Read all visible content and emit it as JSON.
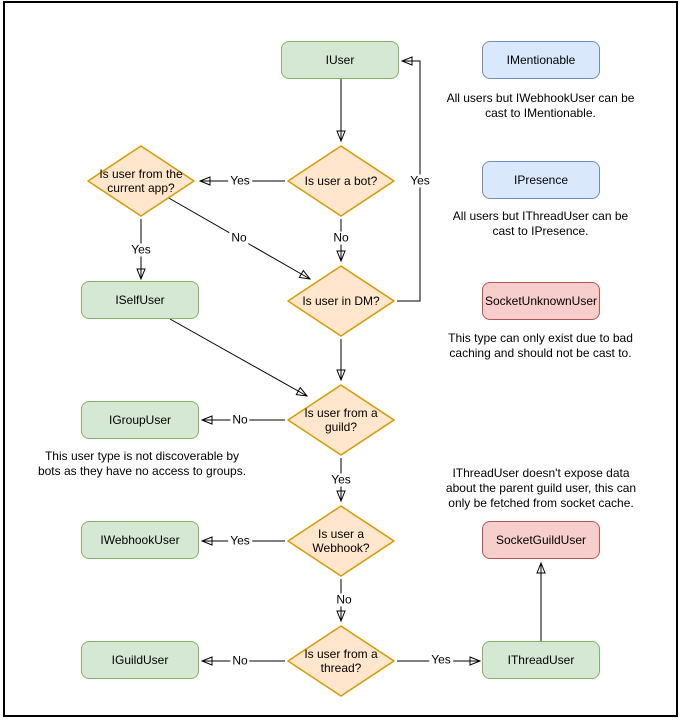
{
  "nodes": {
    "iuser": "IUser",
    "iselfuser": "ISelfUser",
    "igroupuser": "IGroupUser",
    "iwebhookuser": "IWebhookUser",
    "iguilduser": "IGuildUser",
    "ithreaduser": "IThreadUser",
    "imentionable": "IMentionable",
    "ipresence": "IPresence",
    "socketunknownuser": "SocketUnknownUser",
    "socketguilduser": "SocketGuildUser"
  },
  "decisions": {
    "current_app": "Is user from the current app?",
    "bot": "Is user a bot?",
    "dm": "Is user in DM?",
    "guild": "Is user from a guild?",
    "webhook": "Is user a Webhook?",
    "thread": "Is user from a thread?"
  },
  "edge_labels": {
    "bot_yes": "Yes",
    "bot_no": "No",
    "current_app_yes": "Yes",
    "current_app_no": "No",
    "dm_yes": "Yes",
    "guild_yes": "Yes",
    "guild_no": "No",
    "webhook_yes": "Yes",
    "webhook_no": "No",
    "thread_yes": "Yes",
    "thread_no": "No"
  },
  "notes": {
    "mentionable": "All users but IWebhookUser can be cast to IMentionable.",
    "presence": "All users but IThreadUser can be cast to IPresence.",
    "unknown": "This type can only exist due to bad caching and should not be cast to.",
    "group": "This user type is not discoverable by bots as they have no access to groups.",
    "thread": "IThreadUser doesn't expose data about the parent guild user, this can only be fetched from socket cache."
  },
  "colors": {
    "interface_fill": "#d5e8d4",
    "interface_stroke": "#82b366",
    "decision_fill": "#ffe6cc",
    "decision_stroke": "#d79b00",
    "info_fill": "#dae8fc",
    "info_stroke": "#6c8ebf",
    "warning_fill": "#f8cecc",
    "warning_stroke": "#b85450",
    "edge": "#000000"
  }
}
